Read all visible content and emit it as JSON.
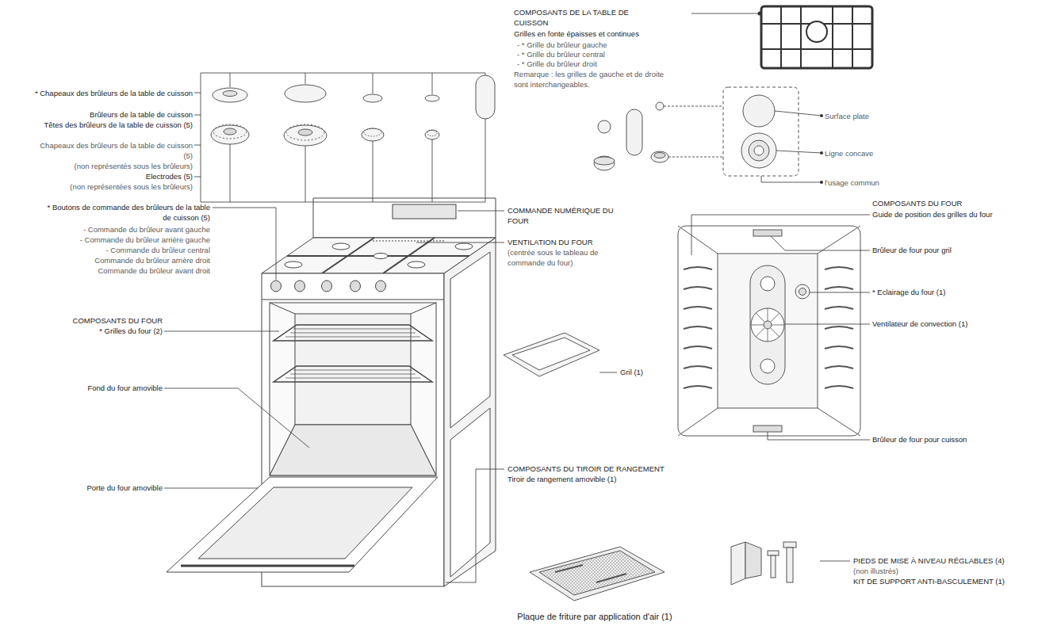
{
  "diagram": {
    "labels": [
      "* Chapeaux des brûleurs de la table de cuisson",
      "Brûleurs de la table de cuisson",
      "Têtes des brûleurs de la table de cuisson (5)",
      "Chapeaux des brûleurs de la table de cuisson (5)",
      "(non représentés sous les brûleurs)",
      "Electrodes (5)",
      "(non représentées sous les brûleurs)",
      "COMPOSANTS DE LA TABLE DE CUISSON",
      "Grilles en fonte épaisses et continues",
      "- * Grille du brûleur gauche",
      "- * Grille du brûleur central",
      "- * Grille du brûleur droit",
      "Remarque : les grilles de gauche et de droite sont interchangeables.",
      "Surface plate",
      "Ligne concave",
      "l'usage commun",
      "* Boutons de commande des brûleurs de la table de cuisson (5)",
      "- Commande du brûleur avant gauche",
      "- Commande du brûleur arrière gauche",
      "- Commande du brûleur central",
      "Commande du brûleur arrière droit",
      "Commande du brûleur avant droit",
      "COMMANDE NUMÉRIQUE DU FOUR",
      "VENTILATION DU FOUR",
      "(centrée sous le tableau de commande du four)",
      "COMPOSANTS DU FOUR",
      "Guide de position des grilles du four",
      "Brûleur de four pour gril",
      "* Eclairage du four (1)",
      "Ventilateur de convection (1)",
      "COMPOSANTS DU FOUR",
      "* Grilles du four (2)",
      "Gril (1)",
      "Fond du four amovible",
      "Brûleur de four pour cuisson",
      "COMPOSANTS DU TIROIR DE RANGEMENT",
      "Tiroir de rangement amovible (1)",
      "Porte du four amovible",
      "PIEDS DE MISE À NIVEAU RÉGLABLES (4)",
      "(non illustrés)",
      "KIT DE SUPPORT ANTI-BASCULEMENT (1)",
      "Plaque de friture par application d'air (1)"
    ]
  }
}
